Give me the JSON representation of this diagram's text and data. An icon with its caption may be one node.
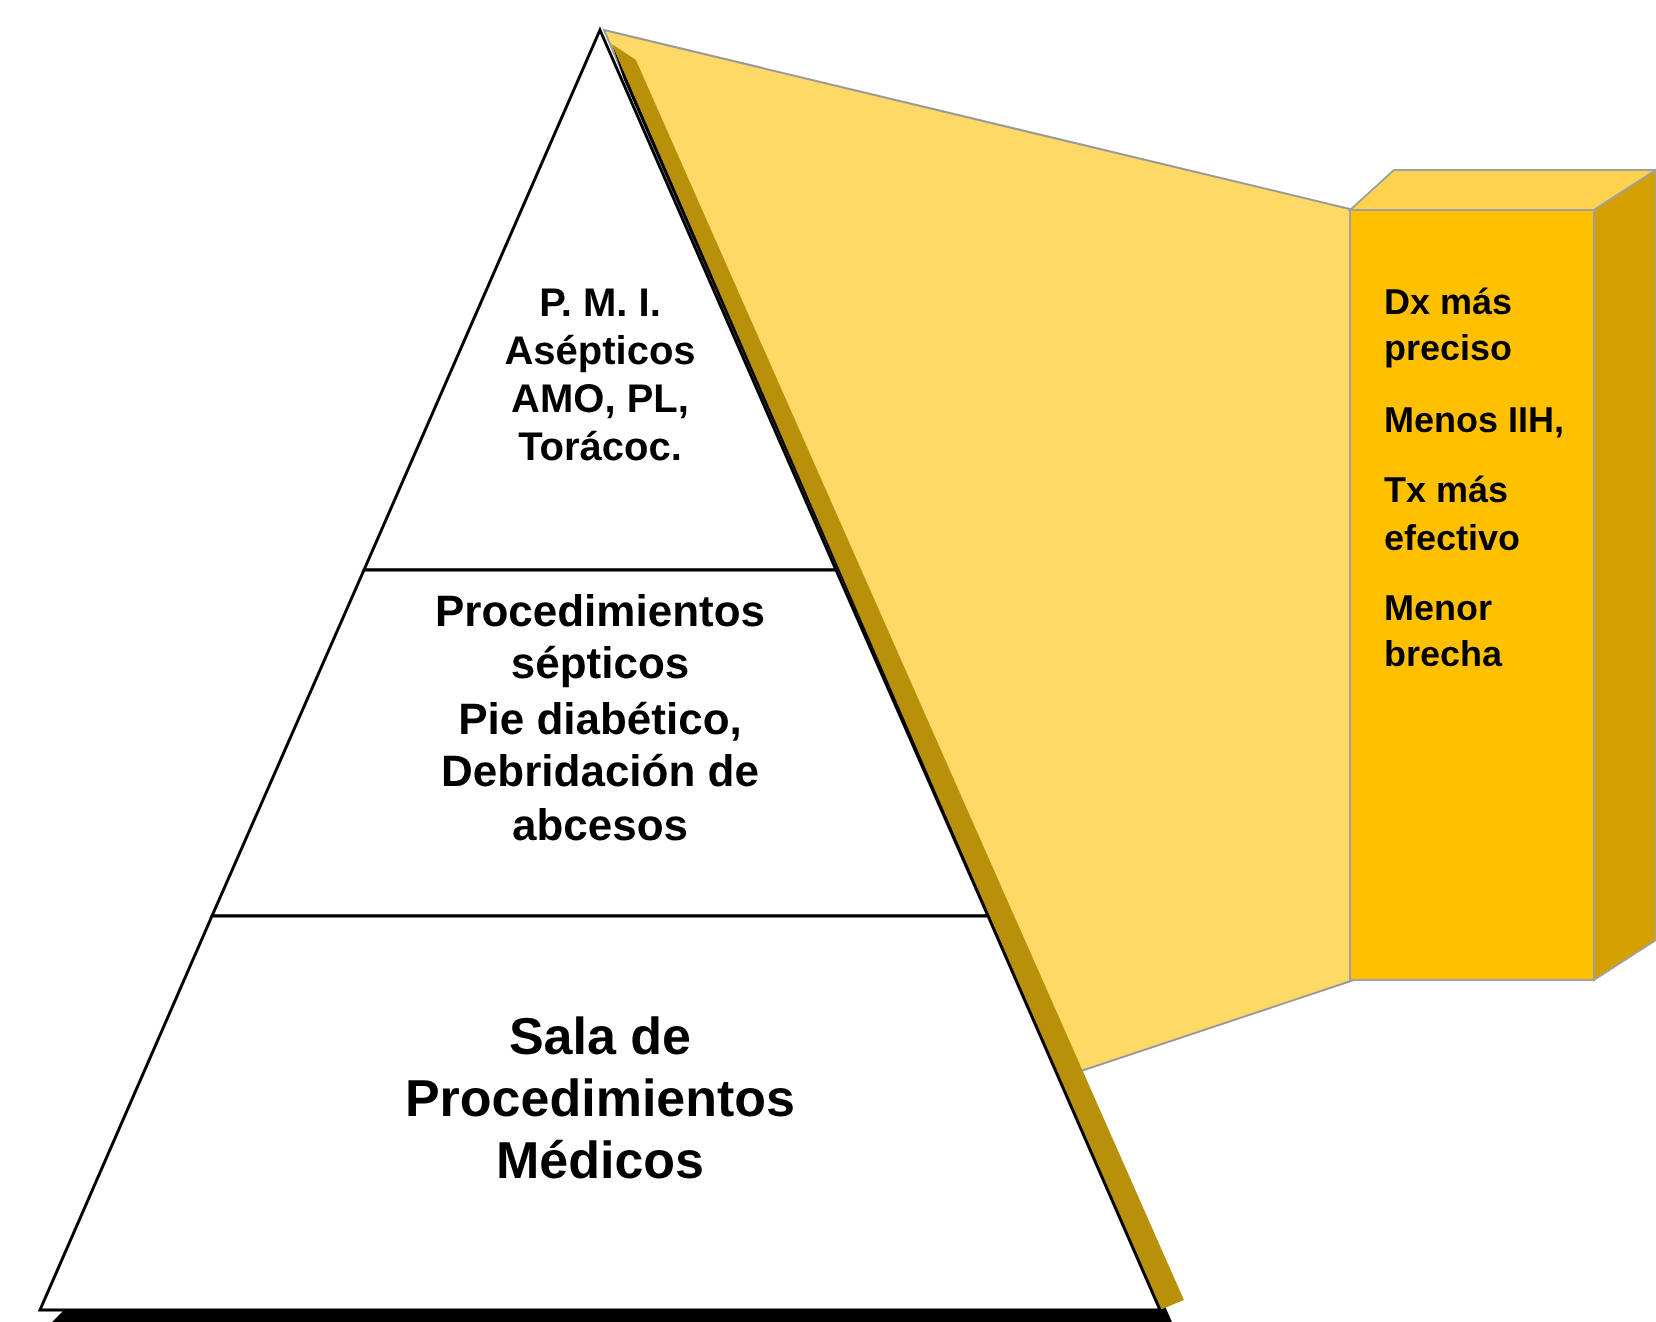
{
  "diagram": {
    "nodes": [
      {
        "text": [
          "P. M. I. Asépticos AMO, PL, Torácoc."
        ]
      },
      {
        "text": [
          "Procedimientos sépticos",
          "Pie diabético, Debridación de abcesos"
        ]
      },
      {
        "text": [
          "Sala de Procedimientos Médicos"
        ]
      },
      {
        "text": [
          "Dx más preciso",
          "Menos IIH,",
          "Tx más efectivo",
          "Menor brecha"
        ]
      }
    ]
  }
}
